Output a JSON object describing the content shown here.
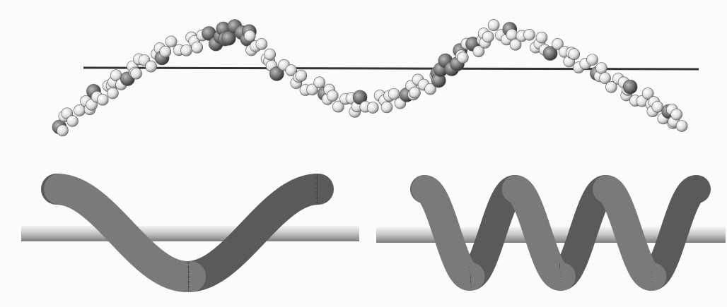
{
  "figure": {
    "panels": [
      {
        "id": "molecule",
        "kind": "space-filling-helical-chain"
      },
      {
        "id": "tube-loose",
        "kind": "mesh-tube-coiled-around-rod",
        "turns": 1
      },
      {
        "id": "tube-tight",
        "kind": "mesh-tube-coiled-around-rod",
        "turns": 3
      }
    ],
    "colors": {
      "background": "#fbfbfb",
      "axis_line": "#333333",
      "hydrogen_atom": "#e6e6e6",
      "carbon_atom": "#6d6d6d",
      "tube_light": "#dcdcdc",
      "tube_dark": "#4a4a4a",
      "mesh_line": "#1e1e1e",
      "rod_light": "#e2e2e2",
      "rod_dark": "#8c8c8c"
    }
  }
}
